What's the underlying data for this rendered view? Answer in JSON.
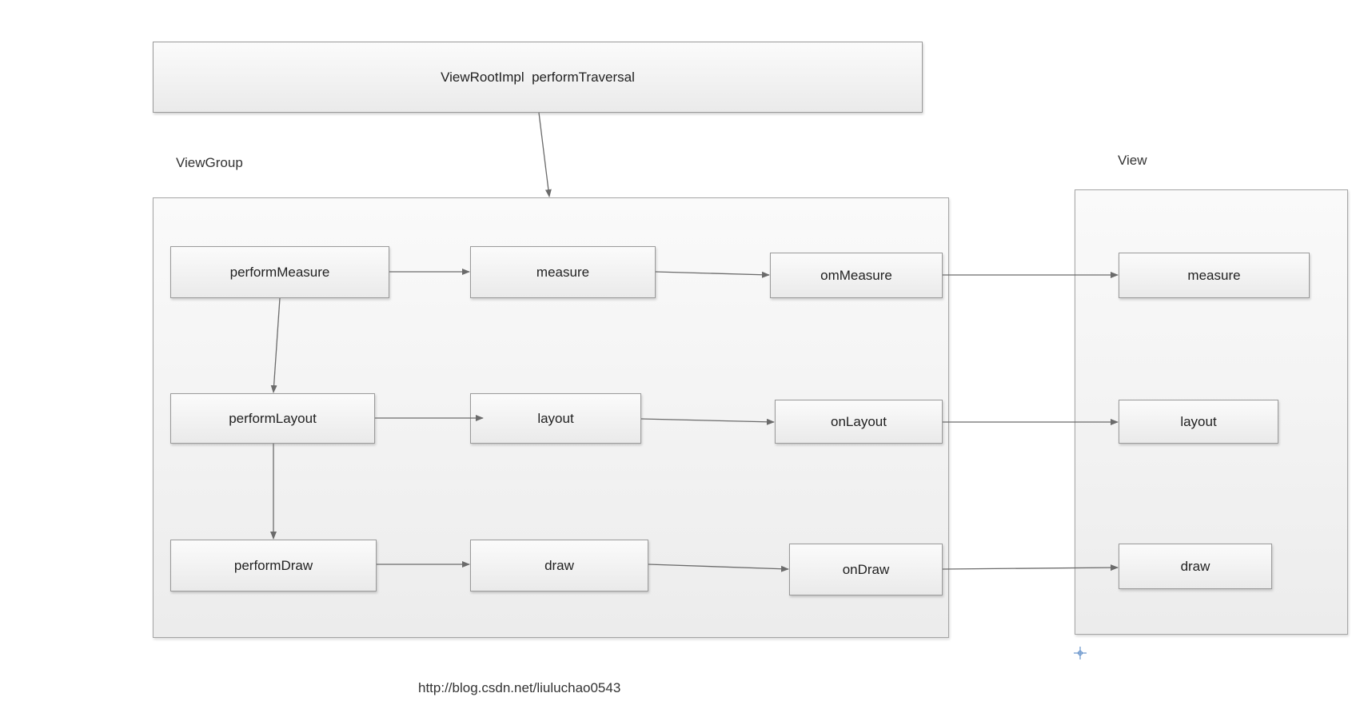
{
  "top": {
    "label": "ViewRootImpl  performTraversal"
  },
  "viewgroup": {
    "title": "ViewGroup",
    "nodes": {
      "performMeasure": "performMeasure",
      "measure": "measure",
      "onMeasure": "omMeasure",
      "performLayout": "performLayout",
      "layout": "layout",
      "onLayout": "onLayout",
      "performDraw": "performDraw",
      "draw": "draw",
      "onDraw": "onDraw"
    }
  },
  "view": {
    "title": "View",
    "nodes": {
      "measure": "measure",
      "layout": "layout",
      "draw": "draw"
    }
  },
  "footer": {
    "url": "http://blog.csdn.net/liuluchao0543"
  },
  "colors": {
    "edge": "#6b6b6b",
    "border": "#9a9a9a"
  }
}
